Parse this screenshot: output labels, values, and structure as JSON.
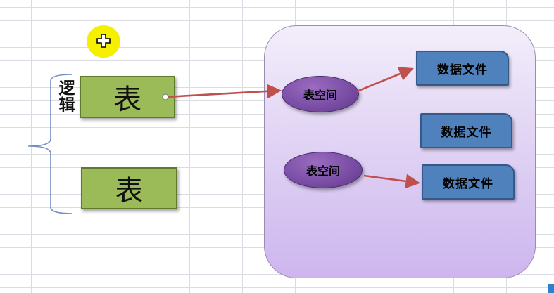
{
  "logic_label": "逻辑",
  "tables": [
    {
      "label": "表"
    },
    {
      "label": "表"
    }
  ],
  "tablespaces": [
    {
      "label": "表空间"
    },
    {
      "label": "表空间"
    }
  ],
  "data_files": [
    {
      "label": "数据文件"
    },
    {
      "label": "数据文件"
    },
    {
      "label": "数据文件"
    }
  ],
  "colors": {
    "table_fill": "#9bbb59",
    "tablespace_fill": "#7b4fa6",
    "data_file_fill": "#4f81bd",
    "panel_fill": "#e1d4f4",
    "arrow": "#c0504d",
    "cursor_highlight": "#f4f000"
  },
  "icons": {
    "cursor": "move-cursor-icon"
  }
}
